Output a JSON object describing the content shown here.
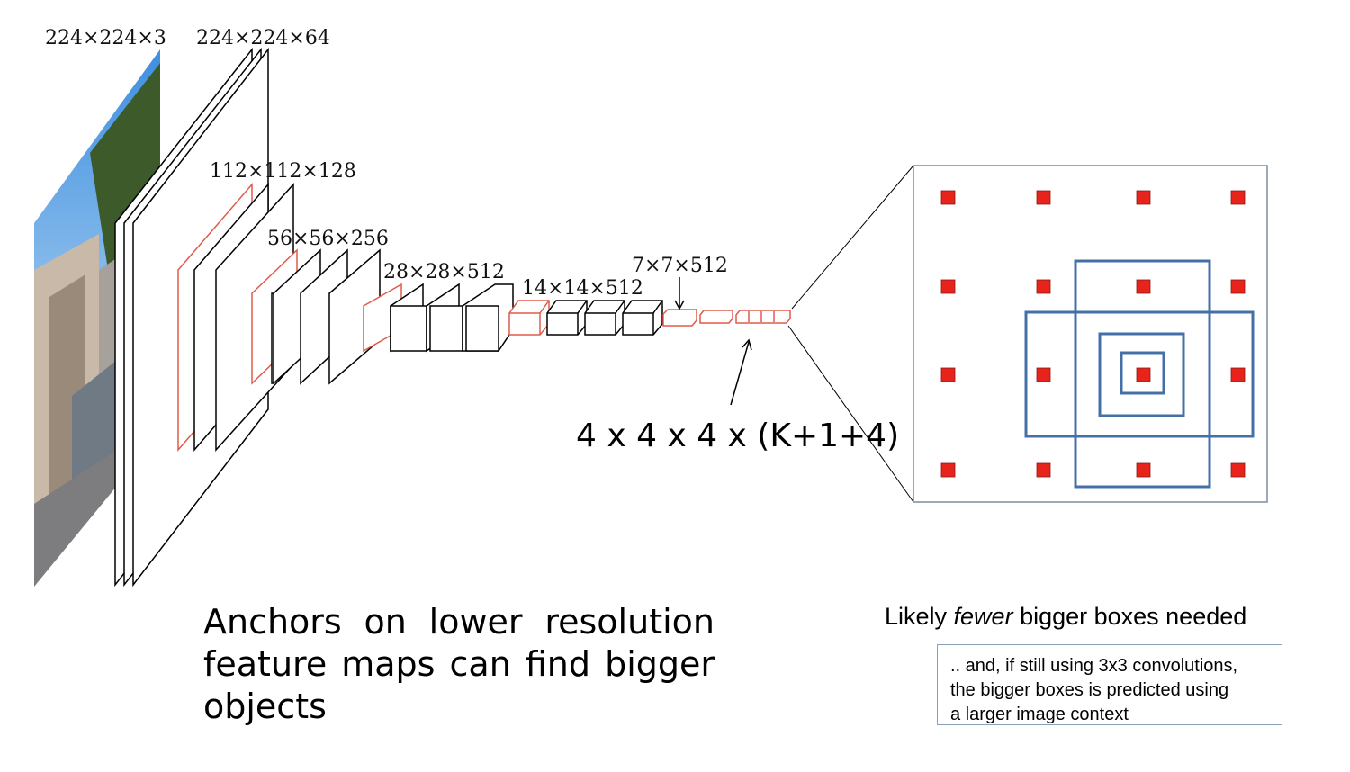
{
  "diagram": {
    "layer_labels": [
      "224×224×3",
      "224×224×64",
      "112×112×128",
      "56×56×256",
      "28×28×512",
      "14×14×512",
      "7×7×512"
    ],
    "formula": "4 x 4 x 4 x (K+1+4)",
    "colors": {
      "highlight_layer": "#e05a4a",
      "anchor_point": "#e8231c",
      "anchor_box": "#4470a8",
      "outline": "#000000"
    }
  },
  "captions": {
    "main_line1": "Anchors on lower resolution",
    "main_line2": "feature maps can find bigger",
    "main_line3": "objects",
    "right_prefix": "Likely ",
    "right_emphasis": "fewer",
    "right_suffix": " bigger boxes needed",
    "note_line1": ".. and, if still using 3x3 convolutions,",
    "note_line2": "the bigger boxes is predicted using",
    "note_line3": "a larger image context"
  }
}
